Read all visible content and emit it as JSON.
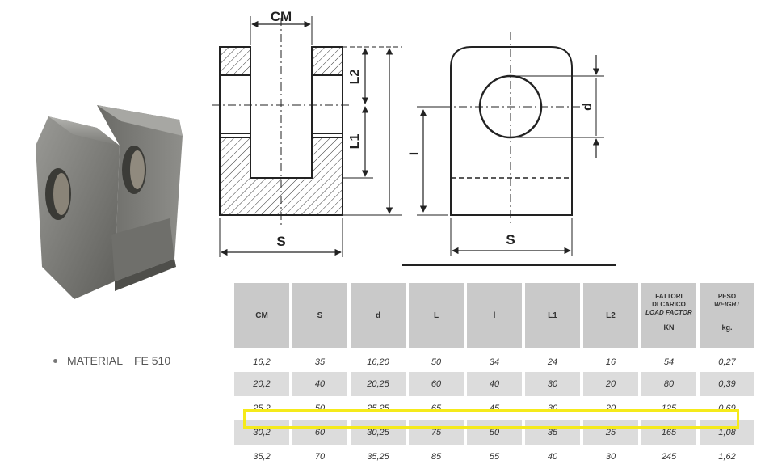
{
  "material": {
    "label": "MATERIAL",
    "value": "FE 510"
  },
  "drawing": {
    "labels": {
      "cm": "CM",
      "l2": "L2",
      "l1": "L1",
      "s_left": "S",
      "d": "d",
      "l": "l",
      "s_right": "S"
    }
  },
  "table": {
    "headers": [
      {
        "label": "CM"
      },
      {
        "label": "S"
      },
      {
        "label": "d"
      },
      {
        "label": "L"
      },
      {
        "label": "l"
      },
      {
        "label": "L1"
      },
      {
        "label": "L2"
      },
      {
        "line1": "FATTORI",
        "line2": "DI CARICO",
        "line3": "LOAD FACTOR",
        "unit": "KN"
      },
      {
        "line1": "PESO",
        "line2": "WEIGHT",
        "unit": "kg."
      }
    ],
    "rows": [
      [
        "16,2",
        "35",
        "16,20",
        "50",
        "34",
        "24",
        "16",
        "54",
        "0,27"
      ],
      [
        "20,2",
        "40",
        "20,25",
        "60",
        "40",
        "30",
        "20",
        "80",
        "0,39"
      ],
      [
        "25,2",
        "50",
        "25,25",
        "65",
        "45",
        "30",
        "20",
        "125",
        "0,69"
      ],
      [
        "30,2",
        "60",
        "30,25",
        "75",
        "50",
        "35",
        "25",
        "165",
        "1,08"
      ],
      [
        "35,2",
        "70",
        "35,25",
        "85",
        "55",
        "40",
        "30",
        "245",
        "1,62"
      ]
    ],
    "highlight_color": "#f5ea1a"
  }
}
